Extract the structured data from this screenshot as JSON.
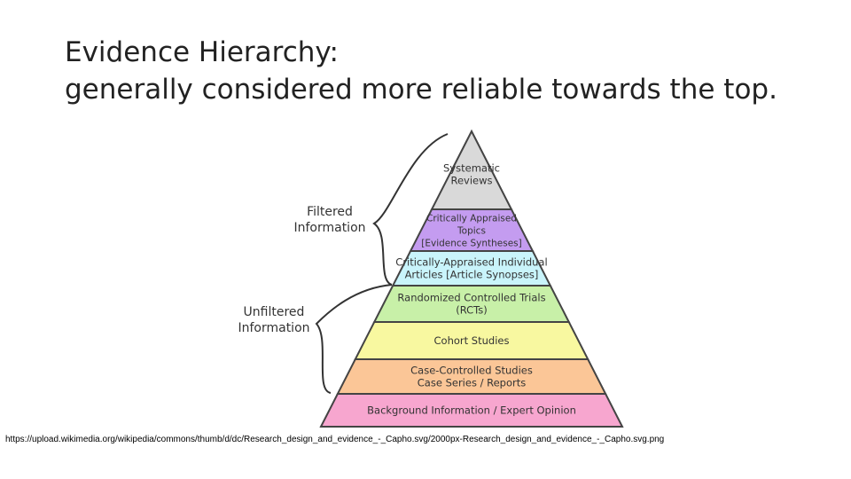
{
  "title": {
    "line1": "Evidence Hierarchy:",
    "line2": "generally considered more reliable towards the top."
  },
  "groups": [
    {
      "label_lines": [
        "Filtered",
        "Information"
      ]
    },
    {
      "label_lines": [
        "Unfiltered",
        "Information"
      ]
    }
  ],
  "levels": [
    {
      "lines": [
        "Systematic",
        "Reviews"
      ],
      "color": "#d9d9d9"
    },
    {
      "lines": [
        "Critically Appraised",
        "Topics",
        "[Evidence Syntheses]"
      ],
      "color": "#c49cf0"
    },
    {
      "lines": [
        "Critically-Appraised Individual",
        "Articles [Article Synopses]"
      ],
      "color": "#c9f4fb"
    },
    {
      "lines": [
        "Randomized Controlled Trials",
        "(RCTs)"
      ],
      "color": "#c8f0a8"
    },
    {
      "lines": [
        "Cohort Studies"
      ],
      "color": "#f8f8a0"
    },
    {
      "lines": [
        "Case-Controlled Studies",
        "Case Series / Reports"
      ],
      "color": "#fbc697"
    },
    {
      "lines": [
        "Background Information / Expert Opinion"
      ],
      "color": "#f7a6cf"
    }
  ],
  "source_url": "https://upload.wikimedia.org/wikipedia/commons/thumb/d/dc/Research_design_and_evidence_-_Capho.svg/2000px-Research_design_and_evidence_-_Capho.svg.png"
}
